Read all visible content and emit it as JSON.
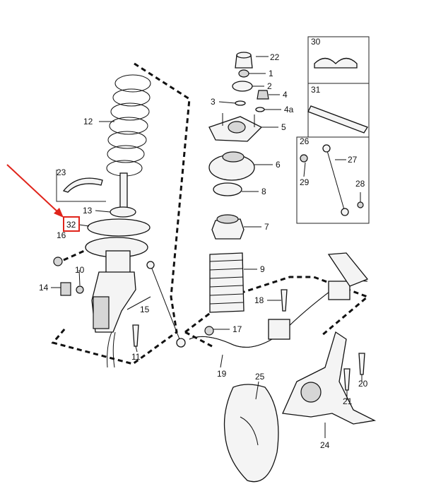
{
  "labels": {
    "l1": "1",
    "l2": "2",
    "l3": "3",
    "l4": "4",
    "l4a": "4a",
    "l5": "5",
    "l6": "6",
    "l7": "7",
    "l8": "8",
    "l9": "9",
    "l10": "10",
    "l11": "11",
    "l12": "12",
    "l13": "13",
    "l14": "14",
    "l15": "15",
    "l16": "16",
    "l17": "17",
    "l18": "18",
    "l19": "19",
    "l20": "20",
    "l21": "21",
    "l22": "22",
    "l23": "23",
    "l24": "24",
    "l25": "25",
    "l26": "26",
    "l27": "27",
    "l28": "28",
    "l29": "29",
    "l30": "30",
    "l31": "31",
    "l32": "32"
  },
  "colors": {
    "highlight": "#e0241b",
    "line": "#111111",
    "part_fill": "#f4f4f4"
  }
}
